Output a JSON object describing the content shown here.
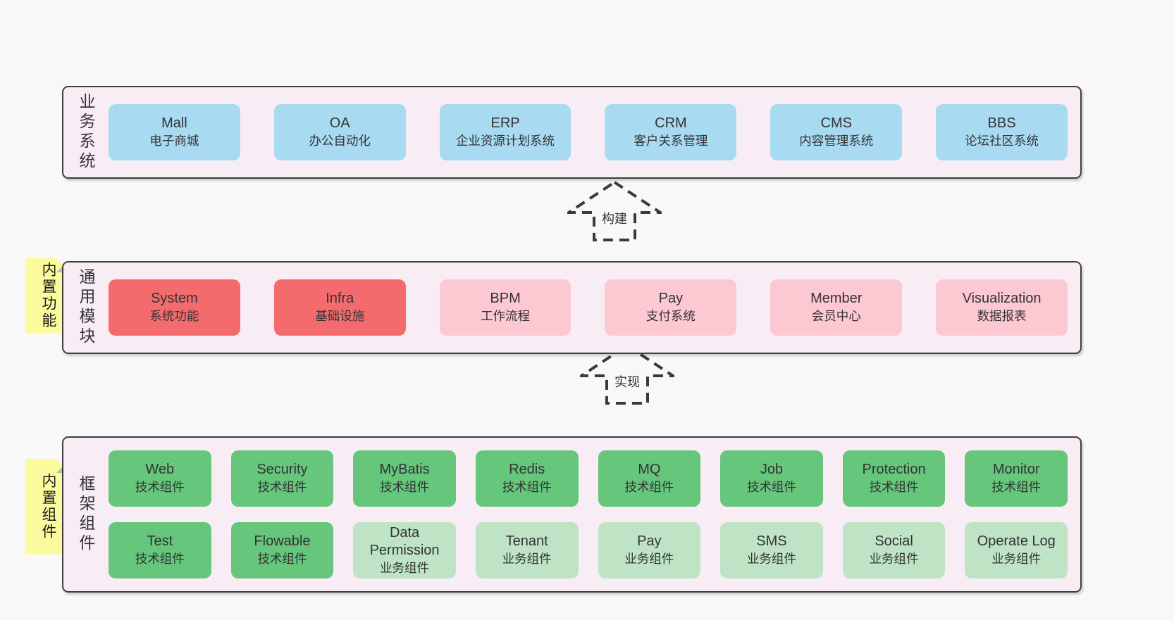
{
  "colors": {
    "page_bg": "#f8f8f8",
    "panel_bg": "#f8edf5",
    "panel_border": "#3f3f3f",
    "blue_box": "#a8daf2",
    "red_box": "#f46b6e",
    "pink_box": "#fcc8d2",
    "green_box": "#65c67c",
    "light_green_box": "#bee4c5",
    "tab_yellow": "#fbfb9e",
    "text": "#333333"
  },
  "arrows": [
    {
      "label": "构建"
    },
    {
      "label": "实现"
    }
  ],
  "layers": [
    {
      "label": "业务系统",
      "boxes": [
        {
          "title": "Mall",
          "subtitle": "电子商城",
          "variant": "blue"
        },
        {
          "title": "OA",
          "subtitle": "办公自动化",
          "variant": "blue"
        },
        {
          "title": "ERP",
          "subtitle": "企业资源计划系统",
          "variant": "blue"
        },
        {
          "title": "CRM",
          "subtitle": "客户关系管理",
          "variant": "blue"
        },
        {
          "title": "CMS",
          "subtitle": "内容管理系统",
          "variant": "blue"
        },
        {
          "title": "BBS",
          "subtitle": "论坛社区系统",
          "variant": "blue"
        }
      ]
    },
    {
      "label": "通用模块",
      "tab": "内置功能",
      "boxes": [
        {
          "title": "System",
          "subtitle": "系统功能",
          "variant": "red"
        },
        {
          "title": "Infra",
          "subtitle": "基础设施",
          "variant": "red"
        },
        {
          "title": "BPM",
          "subtitle": "工作流程",
          "variant": "pink"
        },
        {
          "title": "Pay",
          "subtitle": "支付系统",
          "variant": "pink"
        },
        {
          "title": "Member",
          "subtitle": "会员中心",
          "variant": "pink"
        },
        {
          "title": "Visualization",
          "subtitle": "数据报表",
          "variant": "pink"
        }
      ]
    },
    {
      "label": "框架组件",
      "tab": "内置组件",
      "boxes": [
        {
          "title": "Web",
          "subtitle": "技术组件",
          "variant": "green"
        },
        {
          "title": "Security",
          "subtitle": "技术组件",
          "variant": "green"
        },
        {
          "title": "MyBatis",
          "subtitle": "技术组件",
          "variant": "green"
        },
        {
          "title": "Redis",
          "subtitle": "技术组件",
          "variant": "green"
        },
        {
          "title": "MQ",
          "subtitle": "技术组件",
          "variant": "green"
        },
        {
          "title": "Job",
          "subtitle": "技术组件",
          "variant": "green"
        },
        {
          "title": "Protection",
          "subtitle": "技术组件",
          "variant": "green"
        },
        {
          "title": "Monitor",
          "subtitle": "技术组件",
          "variant": "green"
        },
        {
          "title": "Test",
          "subtitle": "技术组件",
          "variant": "green"
        },
        {
          "title": "Flowable",
          "subtitle": "技术组件",
          "variant": "green"
        },
        {
          "title": "Data Permission",
          "subtitle": "业务组件",
          "variant": "lightgreen"
        },
        {
          "title": "Tenant",
          "subtitle": "业务组件",
          "variant": "lightgreen"
        },
        {
          "title": "Pay",
          "subtitle": "业务组件",
          "variant": "lightgreen"
        },
        {
          "title": "SMS",
          "subtitle": "业务组件",
          "variant": "lightgreen"
        },
        {
          "title": "Social",
          "subtitle": "业务组件",
          "variant": "lightgreen"
        },
        {
          "title": "Operate Log",
          "subtitle": "业务组件",
          "variant": "lightgreen"
        }
      ]
    }
  ]
}
